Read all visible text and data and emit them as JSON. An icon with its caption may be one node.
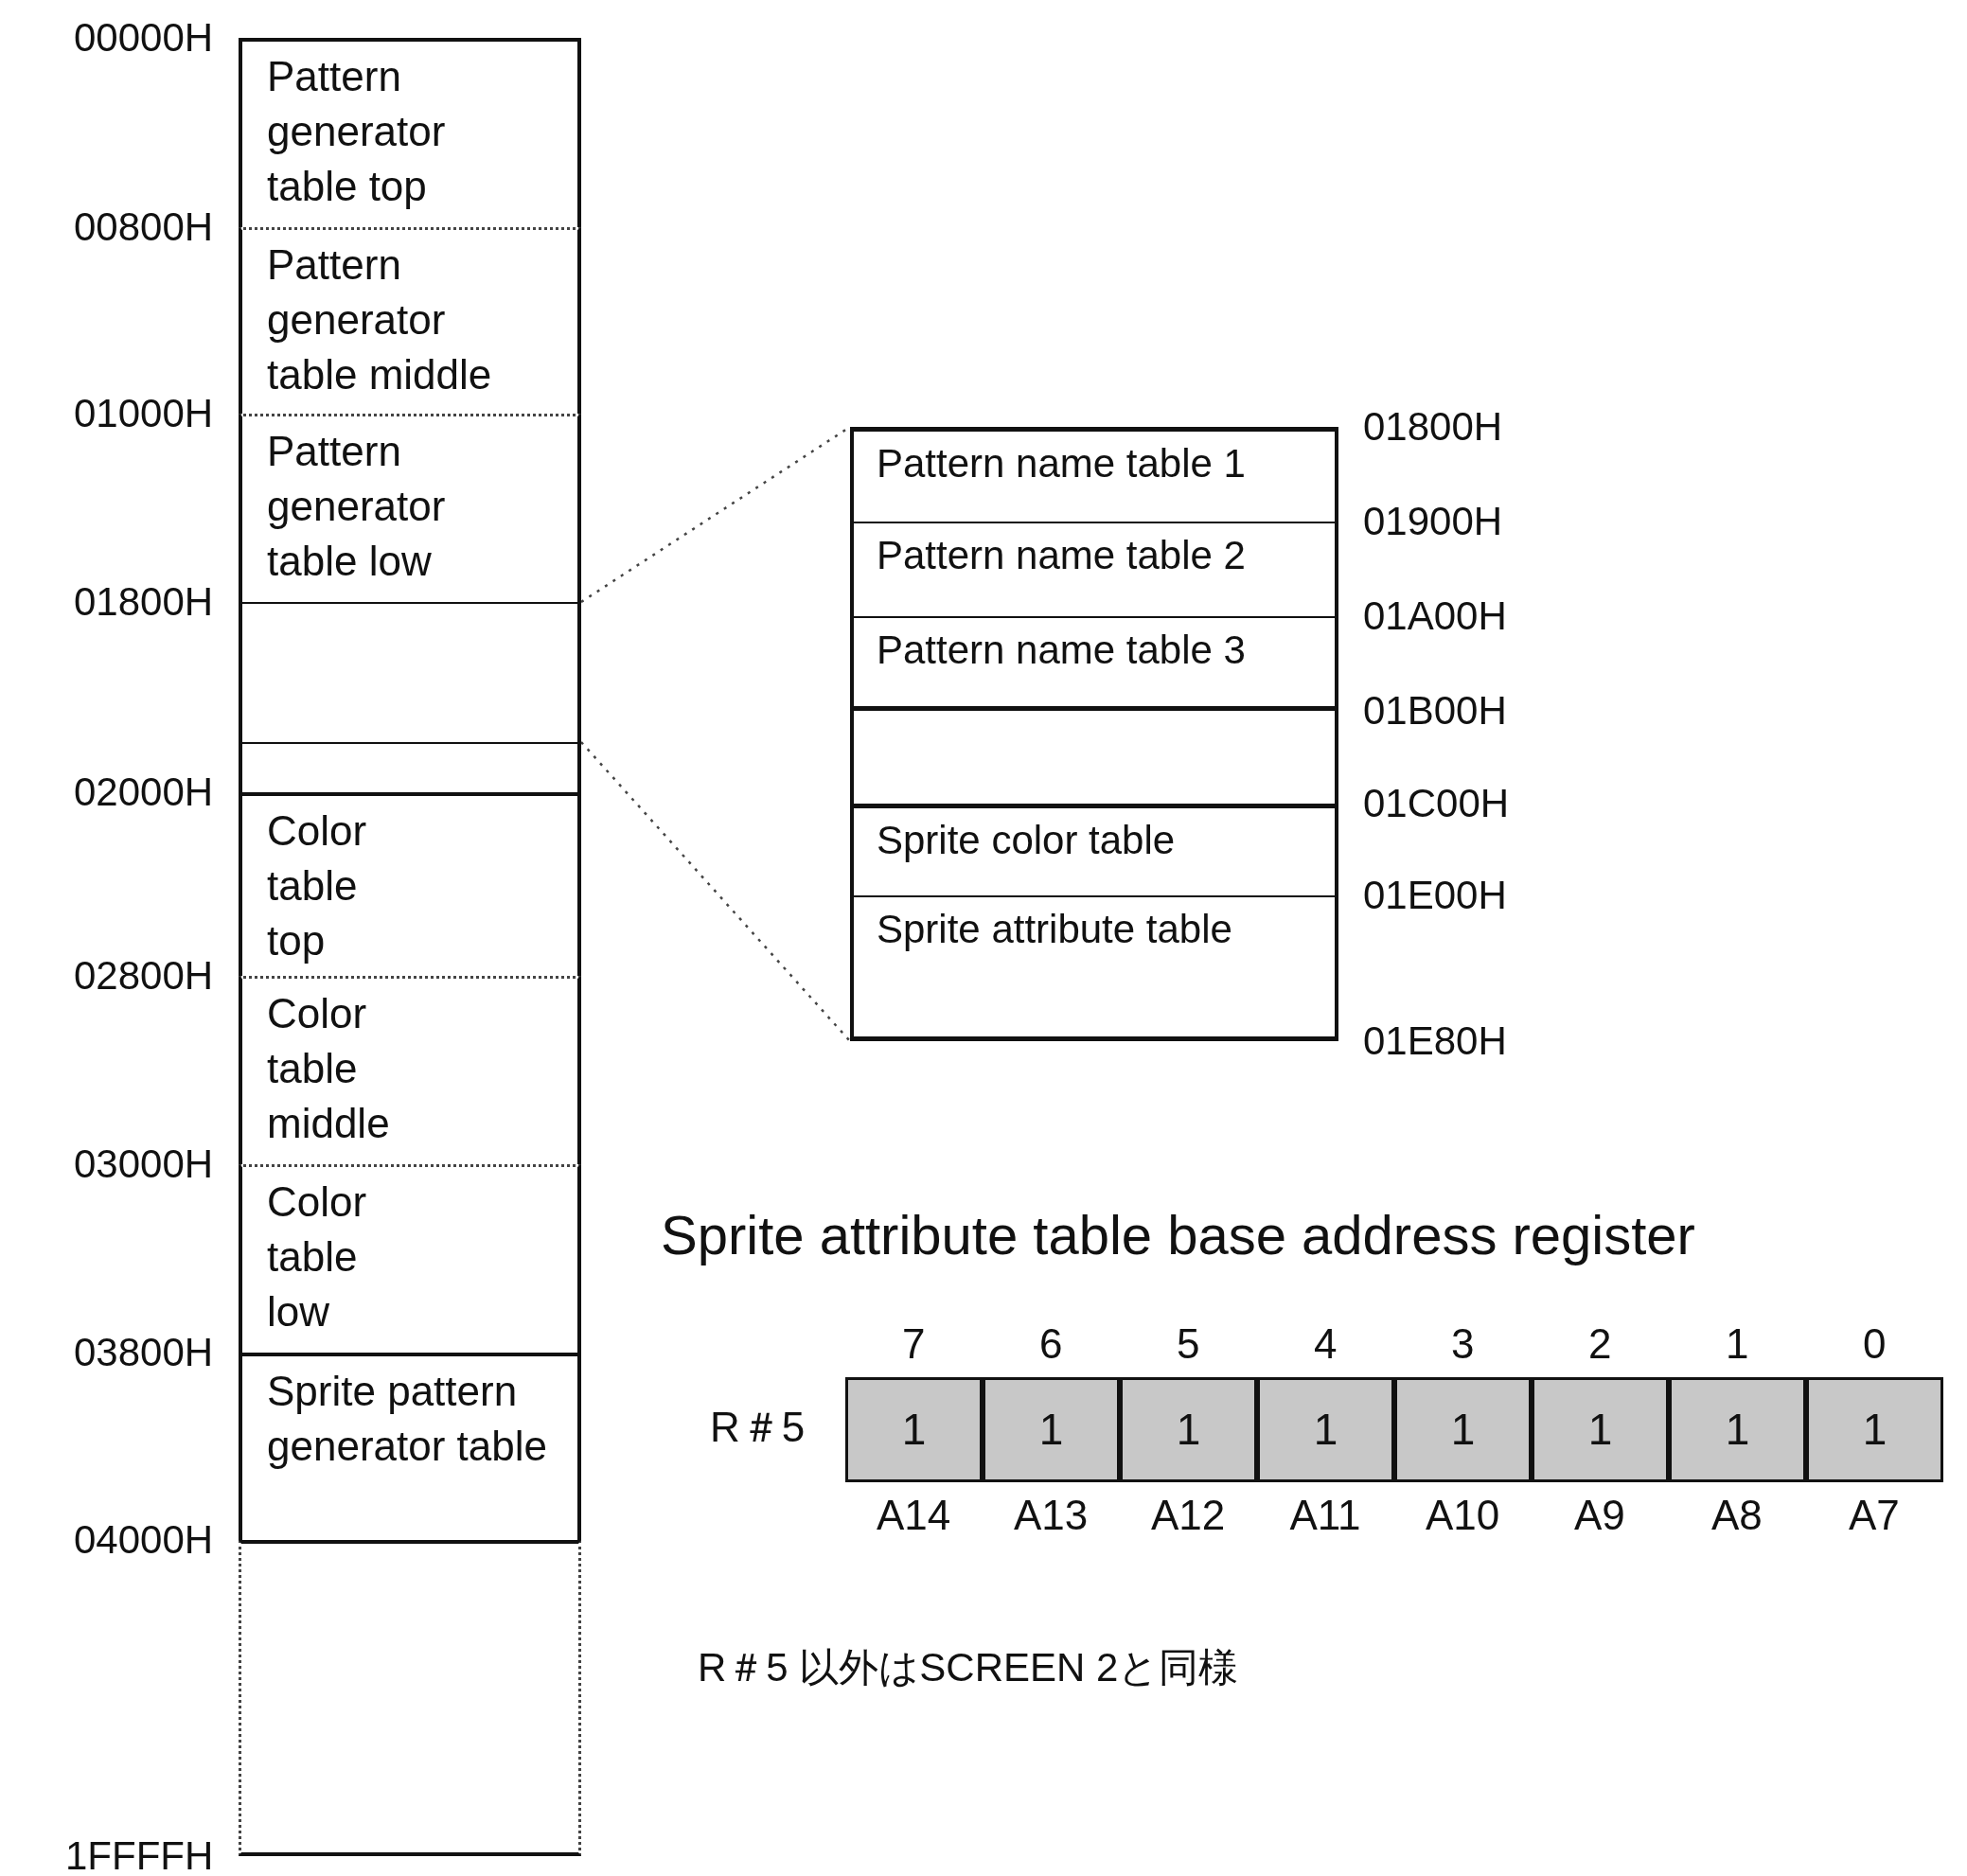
{
  "diagram": {
    "nodes": [
      {
        "text": [
          "Pattern generator table top"
        ]
      },
      {
        "text": [
          "Pattern generator table middle"
        ]
      },
      {
        "text": [
          "Pattern generator table low"
        ]
      },
      {
        "text": [],
        "shape": "box"
      },
      {
        "text": [],
        "shape": "box"
      },
      {
        "text": [
          "Color table top"
        ]
      },
      {
        "text": [
          "Color table middle"
        ]
      },
      {
        "text": [
          "Color table low"
        ]
      },
      {
        "text": [
          "Sprite pattern generator table"
        ]
      },
      {
        "text": [],
        "shape": "box"
      },
      {
        "text": [],
        "shape": "box"
      },
      {
        "text": [
          "Pattern name table 1"
        ],
        "in": 10
      },
      {
        "text": [
          "Pattern name table 2"
        ],
        "in": 10
      },
      {
        "text": [
          "Pattern name table 3"
        ],
        "in": 10
      },
      {
        "text": [
          "Sprite color table"
        ],
        "in": 10
      },
      {
        "text": [
          "Sprite attribute table"
        ],
        "in": 10
      },
      {
        "text": [
          "1"
        ]
      },
      {
        "text": [
          "1"
        ]
      },
      {
        "text": [
          "1"
        ]
      },
      {
        "text": [
          "1"
        ]
      },
      {
        "text": [
          "1"
        ]
      },
      {
        "text": [
          "1"
        ]
      },
      {
        "text": [
          "1"
        ]
      },
      {
        "text": [
          "1"
        ]
      }
    ],
    "edges": [
      {
        "from": 3,
        "to": 10,
        "arrow": "none",
        "style": "dashed"
      },
      {
        "from": 3,
        "to": 10,
        "arrow": "none",
        "style": "dashed"
      }
    ],
    "labels": [
      "00000H",
      "00800H",
      "01000H",
      "01800H",
      "02000H",
      "02800H",
      "03000H",
      "03800H",
      "04000H",
      "1FFFFH",
      "01800H",
      "01900H",
      "01A00H",
      "01B00H",
      "01C00H",
      "01E00H",
      "01E80H",
      "Sprite attribute table base address register",
      "7",
      "6",
      "5",
      "4",
      "3",
      "2",
      "1",
      "0",
      "R＃5",
      "A14",
      "A13",
      "A12",
      "A11",
      "A10",
      "A9",
      "A8",
      "A7",
      "R＃5 以外はSCREEN 2と同様"
    ]
  }
}
